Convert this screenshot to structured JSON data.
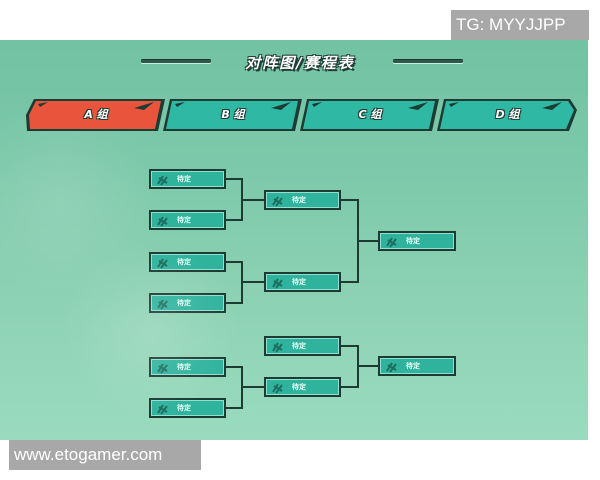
{
  "watermarks": {
    "top_right": "TG: MYYJJPP",
    "bottom_left": "www.etogamer.com"
  },
  "header": {
    "title": "对阵图/赛程表"
  },
  "tabs": [
    {
      "label": "A 组",
      "active": true,
      "color": "#e8553c"
    },
    {
      "label": "B 组",
      "active": false,
      "color": "#2fb8a3"
    },
    {
      "label": "C 组",
      "active": false,
      "color": "#2fb8a3"
    },
    {
      "label": "D 组",
      "active": false,
      "color": "#2fb8a3"
    }
  ],
  "bracket": {
    "upper": {
      "round1": [
        {
          "label": "待定",
          "icon": "team-logo-icon"
        },
        {
          "label": "待定",
          "icon": "team-logo-icon"
        },
        {
          "label": "待定",
          "icon": "team-logo-icon"
        },
        {
          "label": "待定",
          "icon": "team-logo-icon"
        }
      ],
      "round2": [
        {
          "label": "待定",
          "icon": "team-logo-icon"
        },
        {
          "label": "待定",
          "icon": "team-logo-icon"
        }
      ],
      "final": [
        {
          "label": "待定",
          "icon": "team-logo-icon"
        }
      ]
    },
    "lower": {
      "round1": [
        {
          "label": "待定",
          "icon": "team-logo-icon"
        },
        {
          "label": "待定",
          "icon": "team-logo-icon"
        }
      ],
      "round2": [
        {
          "label": "待定",
          "icon": "team-logo-icon"
        },
        {
          "label": "待定",
          "icon": "team-logo-icon"
        }
      ],
      "final": [
        {
          "label": "待定",
          "icon": "team-logo-icon"
        }
      ]
    }
  },
  "colors": {
    "background": "#7cc8aa",
    "slot_fill": "#2fb39d",
    "outline": "#1d3a33",
    "active_tab": "#e8553c",
    "inactive_tab": "#2fb8a3"
  }
}
